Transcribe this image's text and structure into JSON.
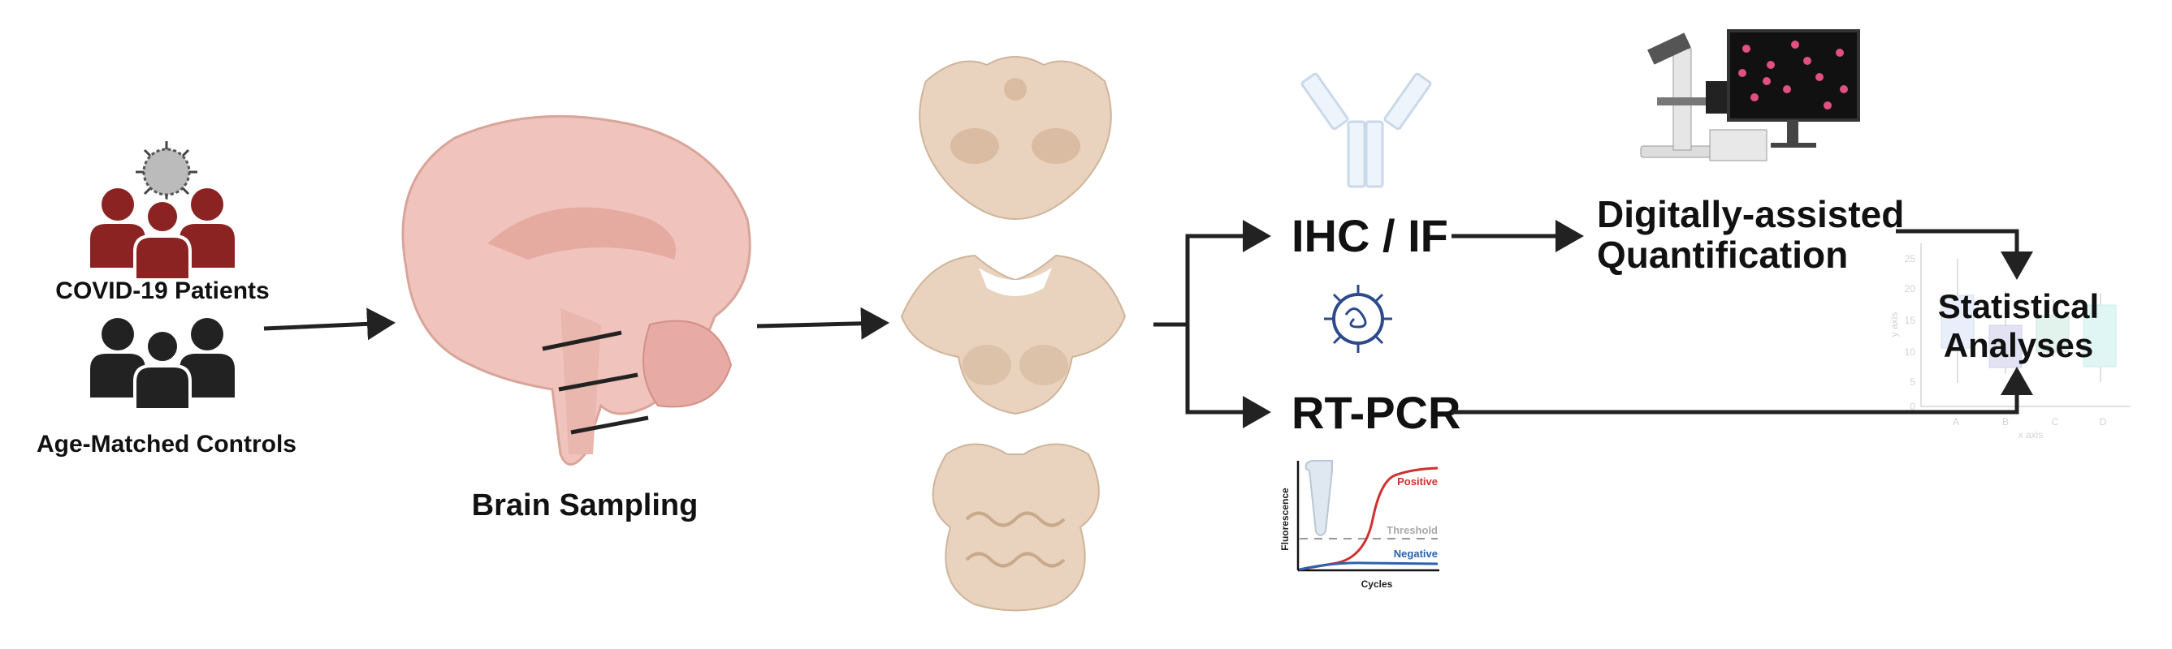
{
  "labels": {
    "covid_patients": "COVID-19 Patients",
    "controls": "Age-Matched Controls",
    "brain_sampling": "Brain Sampling",
    "ihc_if": "IHC / IF",
    "rt_pcr": "RT-PCR",
    "quant_line1": "Digitally-assisted",
    "quant_line2": "Quantification",
    "stats_line1": "Statistical",
    "stats_line2": "Analyses"
  },
  "pcr_chart": {
    "ylabel": "Fluorescence",
    "xlabel": "Cycles",
    "positive": "Positive",
    "threshold": "Threshold",
    "negative": "Negative"
  },
  "stats_chart": {
    "ylabel": "y axis",
    "xlabel": "x axis",
    "yticks": [
      "0",
      "5",
      "10",
      "15",
      "20",
      "25"
    ],
    "categories": [
      "A",
      "B",
      "C",
      "D"
    ]
  },
  "colors": {
    "patients": "#8c2323",
    "controls": "#222222",
    "brain": "#f0c4bc",
    "section": "#e9d3bf",
    "positive": "#d03030",
    "negative": "#2a62b0"
  }
}
